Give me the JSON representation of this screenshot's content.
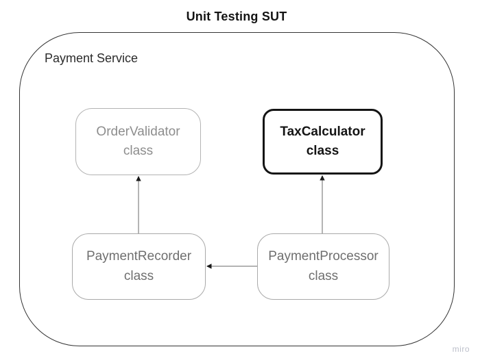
{
  "diagram": {
    "title": "Unit Testing SUT",
    "container": {
      "label": "Payment Service"
    },
    "nodes": [
      {
        "id": "order-validator",
        "label": "OrderValidator\nclass",
        "style": "plain",
        "text_color": "#8d8d8d",
        "border_color": "#b3b3b3"
      },
      {
        "id": "tax-calculator",
        "label": "TaxCalculator\nclass",
        "style": "emphasis",
        "text_color": "#141414",
        "border_color": "#141414"
      },
      {
        "id": "payment-recorder",
        "label": "PaymentRecorder\nclass",
        "style": "plain",
        "text_color": "#6f6f6f",
        "border_color": "#a9a9a9"
      },
      {
        "id": "payment-processor",
        "label": "PaymentProcessor\nclass",
        "style": "plain",
        "text_color": "#6f6f6f",
        "border_color": "#a9a9a9"
      }
    ],
    "edges": [
      {
        "from": "PaymentRecorder class",
        "to": "OrderValidator class",
        "direction": "up"
      },
      {
        "from": "PaymentProcessor class",
        "to": "TaxCalculator class",
        "direction": "up"
      },
      {
        "from": "PaymentProcessor class",
        "to": "PaymentRecorder class",
        "direction": "left"
      }
    ],
    "watermark": "miro"
  },
  "colors": {
    "background": "#ffffff",
    "title_text": "#141414",
    "container_border": "#333333",
    "edge_line": "#9a9a9a",
    "arrowhead": "#1a1a1a",
    "watermark_text": "#bcbfca"
  }
}
